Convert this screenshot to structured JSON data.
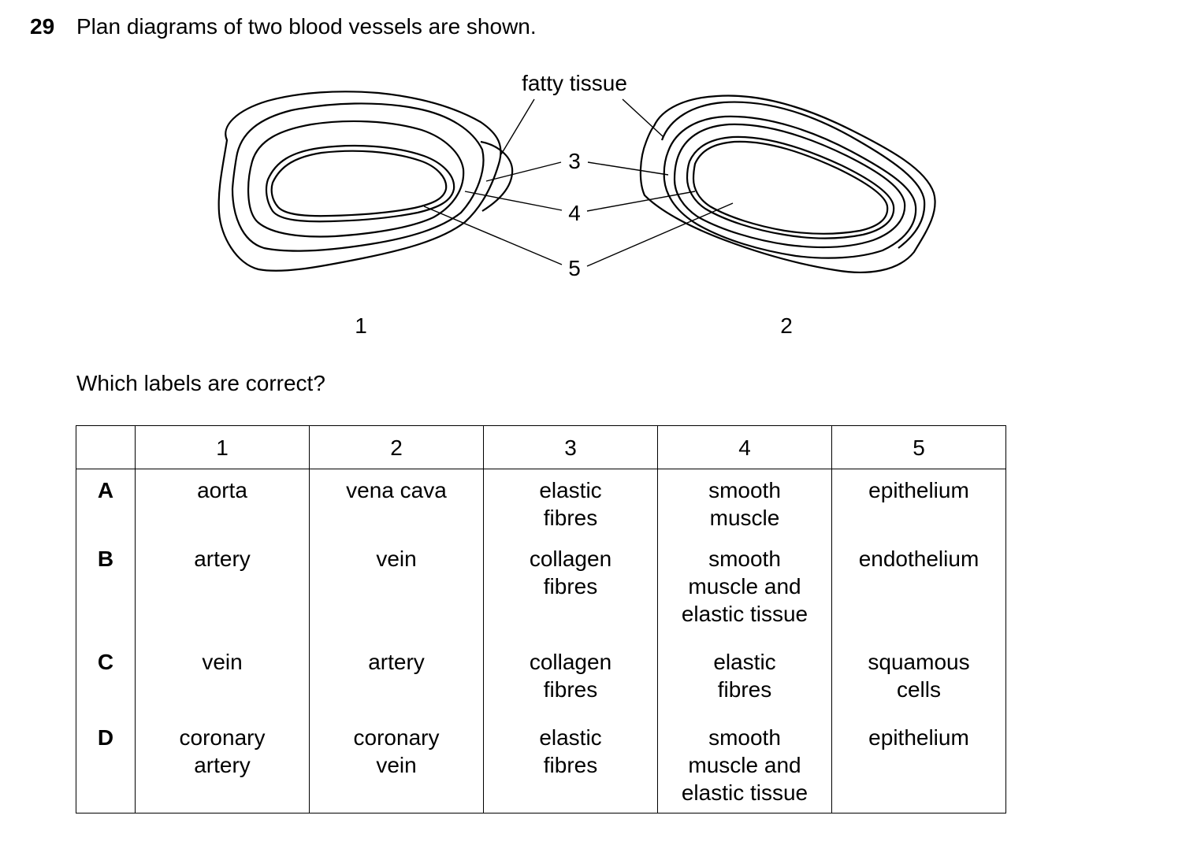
{
  "question": {
    "number": "29",
    "text": "Plan diagrams of two blood vessels are shown.",
    "prompt": "Which labels are correct?"
  },
  "diagram": {
    "labels": {
      "fatty_tissue": "fatty tissue",
      "label_3": "3",
      "label_4": "4",
      "label_5": "5",
      "vessel_1": "1",
      "vessel_2": "2"
    }
  },
  "table": {
    "headers": [
      "",
      "1",
      "2",
      "3",
      "4",
      "5"
    ],
    "rows": [
      {
        "option": "A",
        "cells": [
          [
            "aorta"
          ],
          [
            "vena cava"
          ],
          [
            "elastic",
            "fibres"
          ],
          [
            "smooth",
            "muscle"
          ],
          [
            "epithelium"
          ]
        ]
      },
      {
        "option": "B",
        "cells": [
          [
            "artery"
          ],
          [
            "vein"
          ],
          [
            "collagen",
            "fibres"
          ],
          [
            "smooth",
            "muscle and",
            "elastic tissue"
          ],
          [
            "endothelium"
          ]
        ]
      },
      {
        "option": "C",
        "cells": [
          [
            "vein"
          ],
          [
            "artery"
          ],
          [
            "collagen",
            "fibres"
          ],
          [
            "elastic",
            "fibres"
          ],
          [
            "squamous",
            "cells"
          ]
        ]
      },
      {
        "option": "D",
        "cells": [
          [
            "coronary",
            "artery"
          ],
          [
            "coronary",
            "vein"
          ],
          [
            "elastic",
            "fibres"
          ],
          [
            "smooth",
            "muscle and",
            "elastic tissue"
          ],
          [
            "epithelium"
          ]
        ]
      }
    ]
  }
}
